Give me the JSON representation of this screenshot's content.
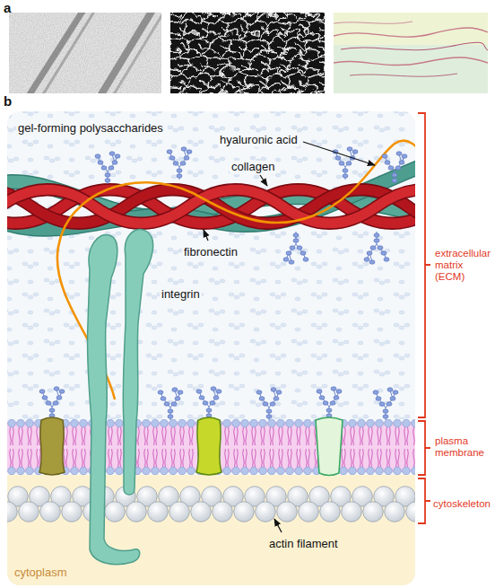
{
  "diagram": {
    "labels": [
      "a",
      "b",
      "gel-forming polysaccharides",
      "hyaluronic acid",
      "collagen",
      "fibronectin",
      "integrin",
      "extracellular matrix (ECM)",
      "plasma membrane",
      "cytoskeleton",
      "actin filament",
      "cytoplasm"
    ]
  }
}
